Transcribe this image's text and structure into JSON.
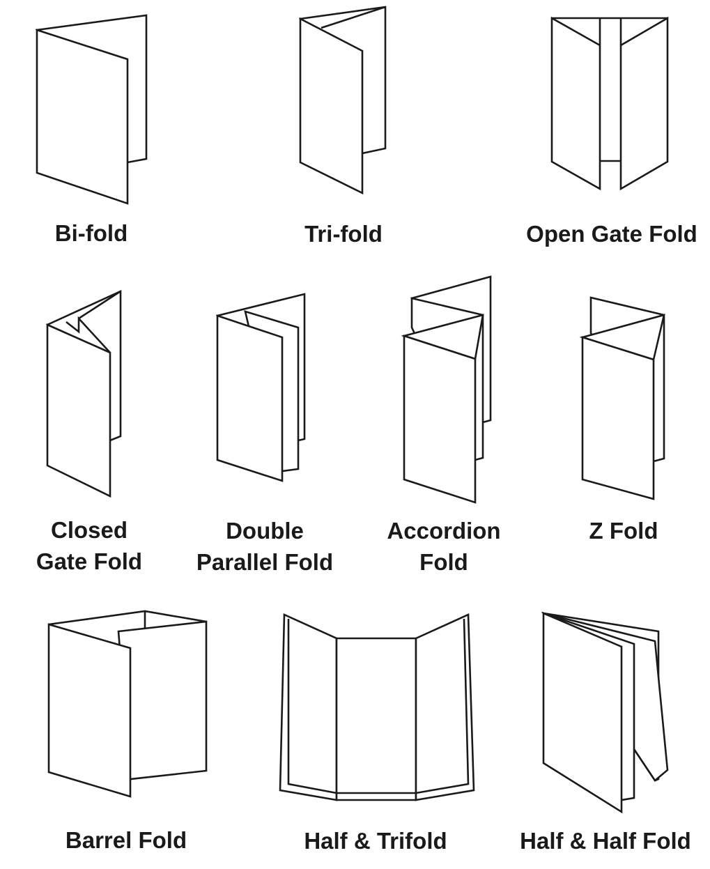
{
  "title": "Brochure fold types",
  "folds": [
    {
      "id": "bi-fold",
      "lines": [
        "Bi-fold"
      ]
    },
    {
      "id": "tri-fold",
      "lines": [
        "Tri-fold"
      ]
    },
    {
      "id": "open-gate-fold",
      "lines": [
        "Open Gate Fold"
      ]
    },
    {
      "id": "closed-gate-fold",
      "lines": [
        "Closed",
        "Gate Fold"
      ]
    },
    {
      "id": "double-parallel-fold",
      "lines": [
        "Double",
        "Parallel Fold"
      ]
    },
    {
      "id": "accordion-fold",
      "lines": [
        "Accordion",
        "Fold"
      ]
    },
    {
      "id": "z-fold",
      "lines": [
        "Z Fold"
      ]
    },
    {
      "id": "barrel-fold",
      "lines": [
        "Barrel Fold"
      ]
    },
    {
      "id": "half-trifold",
      "lines": [
        "Half & Trifold"
      ]
    },
    {
      "id": "half-half-fold",
      "lines": [
        "Half & Half Fold"
      ]
    }
  ]
}
